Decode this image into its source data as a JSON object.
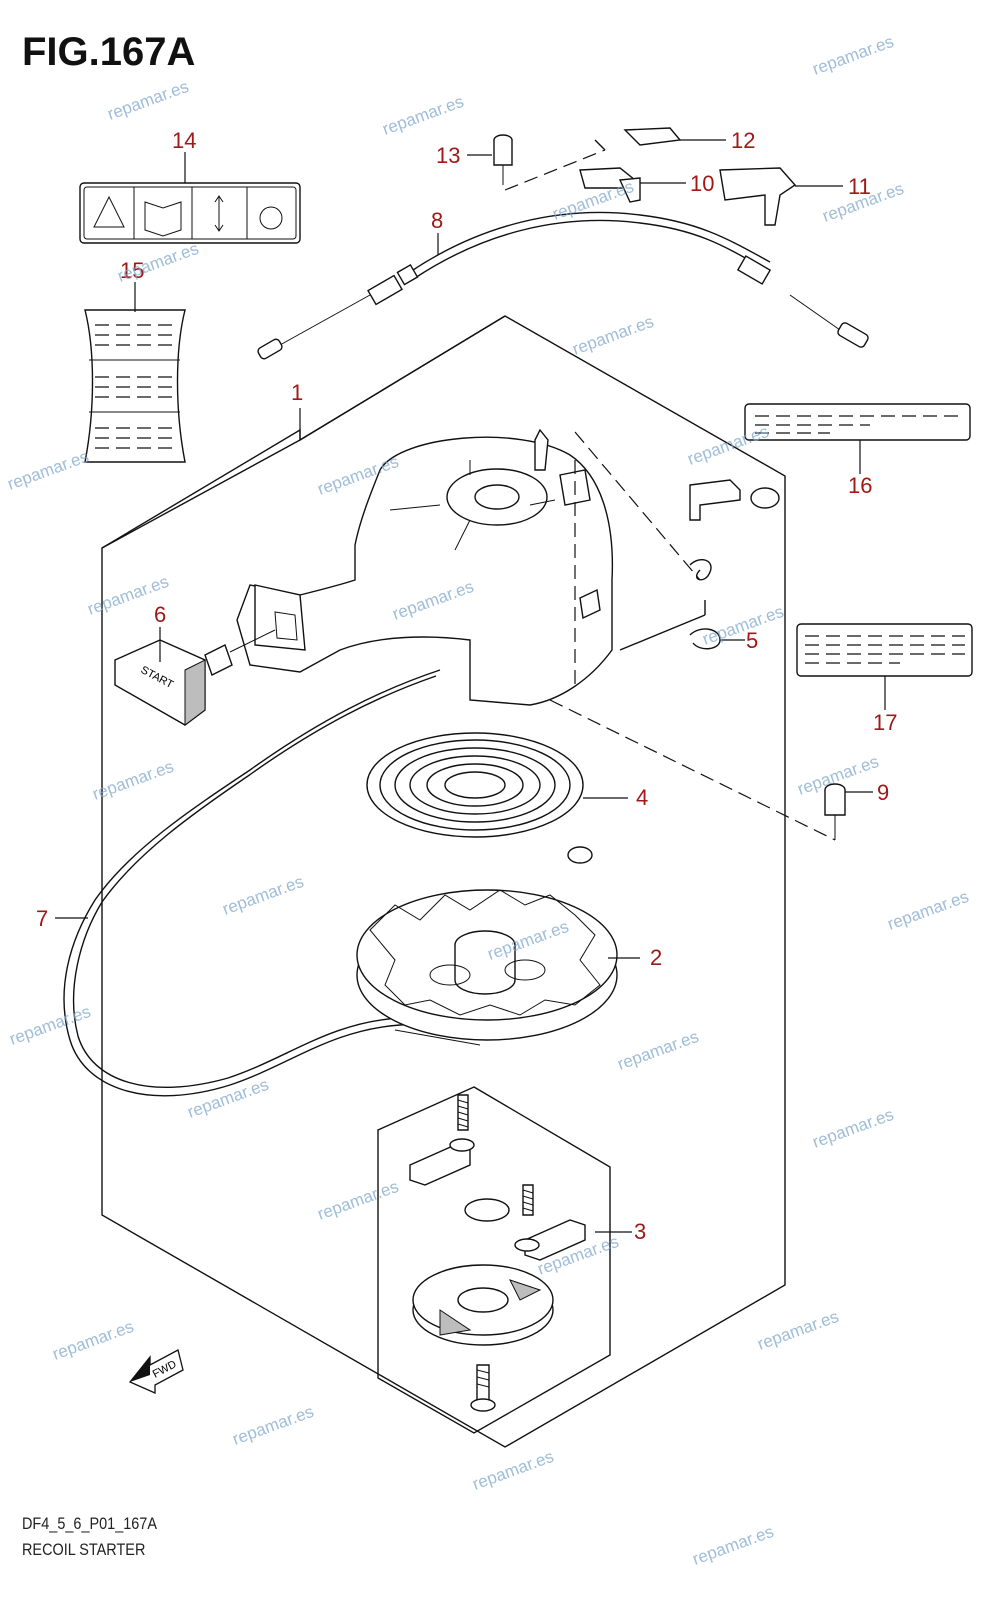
{
  "figure": {
    "title": "FIG.167A",
    "code": "DF4_5_6_P01_167A",
    "name": "RECOIL STARTER"
  },
  "watermark": {
    "text": "repamar.es",
    "color": "#7fa7cc"
  },
  "callouts": [
    {
      "id": "1",
      "label": "1"
    },
    {
      "id": "2",
      "label": "2"
    },
    {
      "id": "3",
      "label": "3"
    },
    {
      "id": "4",
      "label": "4"
    },
    {
      "id": "5",
      "label": "5"
    },
    {
      "id": "6",
      "label": "6"
    },
    {
      "id": "7",
      "label": "7"
    },
    {
      "id": "8",
      "label": "8"
    },
    {
      "id": "9",
      "label": "9"
    },
    {
      "id": "10",
      "label": "10"
    },
    {
      "id": "11",
      "label": "11"
    },
    {
      "id": "12",
      "label": "12"
    },
    {
      "id": "13",
      "label": "13"
    },
    {
      "id": "14",
      "label": "14"
    },
    {
      "id": "15",
      "label": "15"
    },
    {
      "id": "16",
      "label": "16"
    },
    {
      "id": "17",
      "label": "17"
    }
  ],
  "handle_text": "START",
  "fwd_text": "FWD",
  "callout_color": "#a01818"
}
